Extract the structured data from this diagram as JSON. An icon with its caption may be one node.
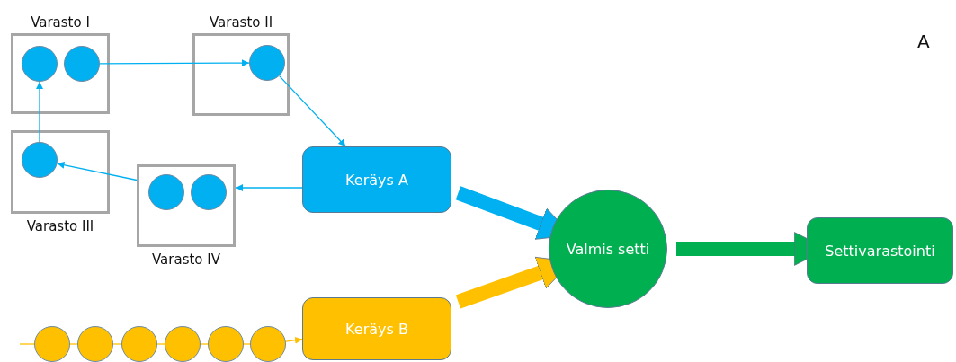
{
  "diagram": {
    "nodes": [
      {
        "text": [
          "Varasto I"
        ]
      },
      {
        "text": [],
        "shape": "circle",
        "in": 0
      },
      {
        "text": [],
        "shape": "circle",
        "in": 0
      },
      {
        "text": [
          "Varasto II"
        ]
      },
      {
        "text": [],
        "shape": "circle",
        "in": 3
      },
      {
        "text": [
          "Varasto III"
        ]
      },
      {
        "text": [],
        "shape": "circle",
        "in": 5
      },
      {
        "text": [
          "Varasto IV"
        ]
      },
      {
        "text": [],
        "shape": "circle",
        "in": 7
      },
      {
        "text": [],
        "shape": "circle",
        "in": 7
      },
      {
        "text": [
          "Keräys A"
        ]
      },
      {
        "text": [
          "Keräys B"
        ]
      },
      {
        "text": [
          "Valmis setti"
        ]
      },
      {
        "text": [
          "Settivarastointi"
        ]
      },
      {
        "text": [],
        "shape": "circle"
      },
      {
        "text": [],
        "shape": "circle"
      },
      {
        "text": [],
        "shape": "circle"
      },
      {
        "text": [],
        "shape": "circle"
      },
      {
        "text": [],
        "shape": "circle"
      },
      {
        "text": [],
        "shape": "circle"
      }
    ],
    "edges": [
      {
        "from": 2,
        "to": 4,
        "arrow": "to",
        "color": "#00b0f0"
      },
      {
        "from": 4,
        "to": 10,
        "arrow": "to",
        "color": "#00b0f0"
      },
      {
        "from": 10,
        "to": 7,
        "arrow": "to",
        "color": "#00b0f0"
      },
      {
        "from": 7,
        "to": 6,
        "arrow": "to",
        "color": "#00b0f0"
      },
      {
        "from": 6,
        "to": 1,
        "arrow": "to",
        "color": "#00b0f0"
      },
      {
        "from": 10,
        "to": 12,
        "arrow": "to",
        "style": "thick",
        "color": "#00b0f0"
      },
      {
        "from": 11,
        "to": 12,
        "arrow": "to",
        "style": "thick"
      },
      {
        "from": 12,
        "to": 13,
        "arrow": "to",
        "style": "thick",
        "color": "#00b050"
      },
      {
        "from": null,
        "to": 14,
        "arrow": "none"
      },
      {
        "from": 14,
        "to": 15,
        "arrow": "none"
      },
      {
        "from": 15,
        "to": 16,
        "arrow": "none"
      },
      {
        "from": 16,
        "to": 17,
        "arrow": "none"
      },
      {
        "from": 17,
        "to": 18,
        "arrow": "none"
      },
      {
        "from": 18,
        "to": 19,
        "arrow": "none"
      },
      {
        "from": 19,
        "to": 11,
        "arrow": "to"
      }
    ],
    "labels": [
      "A"
    ]
  }
}
